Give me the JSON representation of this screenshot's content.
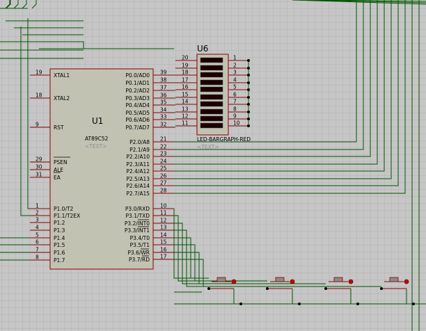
{
  "u1": {
    "ref": "U1",
    "part": "AT89C52",
    "text": "<TEXT>",
    "left_pins": [
      {
        "num": "19",
        "label": "XTAL1"
      },
      {
        "num": "18",
        "label": "XTAL2"
      },
      {
        "num": "9",
        "label": "RST"
      },
      {
        "num": "29",
        "label": "PSEN"
      },
      {
        "num": "30",
        "label": "ALE"
      },
      {
        "num": "31",
        "label": "EA"
      },
      {
        "num": "1",
        "label": "P1.0/T2"
      },
      {
        "num": "2",
        "label": "P1.1/T2EX"
      },
      {
        "num": "3",
        "label": "P1.2"
      },
      {
        "num": "4",
        "label": "P1.3"
      },
      {
        "num": "5",
        "label": "P1.4"
      },
      {
        "num": "6",
        "label": "P1.5"
      },
      {
        "num": "7",
        "label": "P1.6"
      },
      {
        "num": "8",
        "label": "P1.7"
      }
    ],
    "right_pins": [
      {
        "num": "39",
        "label": "P0.0/AD0"
      },
      {
        "num": "38",
        "label": "P0.1/AD1"
      },
      {
        "num": "37",
        "label": "P0.2/AD2"
      },
      {
        "num": "36",
        "label": "P0.3/AD3"
      },
      {
        "num": "35",
        "label": "P0.4/AD4"
      },
      {
        "num": "34",
        "label": "P0.5/AD5"
      },
      {
        "num": "33",
        "label": "P0.6/AD6"
      },
      {
        "num": "32",
        "label": "P0.7/AD7"
      },
      {
        "num": "21",
        "label": "P2.0/A8"
      },
      {
        "num": "22",
        "label": "P2.1/A9"
      },
      {
        "num": "23",
        "label": "P2.2/A10"
      },
      {
        "num": "24",
        "label": "P2.3/A11"
      },
      {
        "num": "25",
        "label": "P2.4/A12"
      },
      {
        "num": "26",
        "label": "P2.5/A13"
      },
      {
        "num": "27",
        "label": "P2.6/A14"
      },
      {
        "num": "28",
        "label": "P2.7/A15"
      },
      {
        "num": "10",
        "label": "P3.0/RXD"
      },
      {
        "num": "11",
        "label": "P3.1/TXD"
      },
      {
        "num": "12",
        "label": "P3.2/INT0"
      },
      {
        "num": "13",
        "label": "P3.3/INT1"
      },
      {
        "num": "14",
        "label": "P3.4/T0"
      },
      {
        "num": "15",
        "label": "P3.5/T1"
      },
      {
        "num": "16",
        "label": "P3.6/WR"
      },
      {
        "num": "17",
        "label": "P3.7/RD"
      }
    ]
  },
  "u6": {
    "ref": "U6",
    "part": "LED-BARGRAPH-RED",
    "text": "<TEXT>",
    "left_pins": [
      "20",
      "19",
      "18",
      "17",
      "16",
      "15",
      "14",
      "13",
      "12",
      "11"
    ],
    "right_pins": [
      "1",
      "2",
      "3",
      "4",
      "5",
      "6",
      "7",
      "8",
      "9",
      "10"
    ]
  },
  "buttons": [
    "button-1",
    "button-2",
    "button-3",
    "button-4"
  ]
}
